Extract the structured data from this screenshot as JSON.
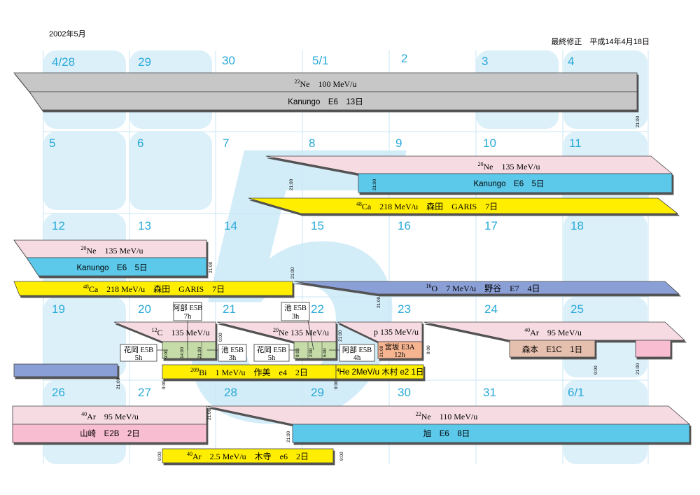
{
  "header": {
    "month": "2002年5月",
    "revised": "最終修正　平成14年4月18日"
  },
  "days": {
    "w1": [
      "4/28",
      "29",
      "30",
      "5/1",
      "2",
      "3",
      "4"
    ],
    "w2": [
      "5",
      "6",
      "7",
      "8",
      "9",
      "10",
      "11"
    ],
    "w3": [
      "12",
      "13",
      "14",
      "15",
      "16",
      "17",
      "18"
    ],
    "w4": [
      "19",
      "20",
      "21",
      "22",
      "23",
      "24",
      "25"
    ],
    "w5": [
      "26",
      "27",
      "28",
      "29",
      "30",
      "31",
      "6/1"
    ]
  },
  "watermark": "5",
  "beams": {
    "ne22_100": {
      "sup": "22",
      "label": "Ne　100 MeV/u",
      "user": "Kanungo　E6　13日"
    },
    "ne20_135_a": {
      "sup": "20",
      "label": "Ne　135 MeV/u",
      "user": "Kanungo　E6　5日"
    },
    "ca48_a": {
      "sup": "48",
      "label": "Ca　218 MeV/u　森田　GARIS　7日"
    },
    "ne20_135_b": {
      "sup": "20",
      "label": "Ne　135 MeV/u",
      "user": "Kanungo　E6　5日"
    },
    "ca48_b": {
      "sup": "48",
      "label": "Ca　218 MeV/u　森田　GARIS　7日"
    },
    "o16": {
      "sup": "16",
      "label": "O　7 MeV/u　野谷　E7　4日"
    },
    "c12": {
      "sup": "12",
      "label": "C　135 MeV/u"
    },
    "ne20_w4": {
      "sup": "20",
      "label": "Ne 135 MeV/u"
    },
    "p135": {
      "label": "p 135 MeV/u"
    },
    "ar40_w4": {
      "sup": "40",
      "label": "Ar　95 MeV/u",
      "user": "森本　E1C　1日"
    },
    "bi209": {
      "sup": "209",
      "label": "Bi　1 MeV/u　作美　e4　2日"
    },
    "he4": {
      "sup": "4",
      "label": "He 2MeV/u 木村 e2 1日"
    },
    "ar40_w5": {
      "sup": "40",
      "label": "Ar　95 MeV/u",
      "user": "山崎　E2B　2日"
    },
    "ne22_110": {
      "sup": "22",
      "label": "Ne　110 MeV/u",
      "user": "旭　E6　8日"
    },
    "ar40_25": {
      "sup": "40",
      "label": "Ar　2.5 MeV/u　木寺　e6　2日"
    }
  },
  "notes": {
    "abe1": {
      "line1": "阿部 E5B",
      "line2": "7h"
    },
    "ike1": {
      "line1": "池 E5B",
      "line2": "3h"
    },
    "hanaoka1": {
      "line1": "花岡 E5B",
      "line2": "5h"
    },
    "ike2": {
      "line1": "池 E5B",
      "line2": "3h"
    },
    "hanaoka2": {
      "line1": "花岡 E5B",
      "line2": "5h"
    },
    "abe2": {
      "line1": "阿部 E5B",
      "line2": "4h"
    },
    "miyasaka": {
      "line1": "宮坂 E3A",
      "line2": "12h"
    }
  },
  "times": {
    "t2100": "21:00",
    "t900": "9:00",
    "t1400": "14:00",
    "t200": "2:00",
    "t500": "5:00",
    "t000": "0:00"
  },
  "colors": {
    "grid": "#bfe4f6",
    "day_text": "#29a9d8",
    "gray": "#c7c7c7",
    "pink": "#f6dbe3",
    "blue": "#5bc8ea",
    "yellow": "#ffee00",
    "slate": "#8a9fd6",
    "green": "#c5dca8",
    "orange": "#f6b490",
    "brown": "#e6c0ae",
    "rose": "#f9bdd2"
  }
}
